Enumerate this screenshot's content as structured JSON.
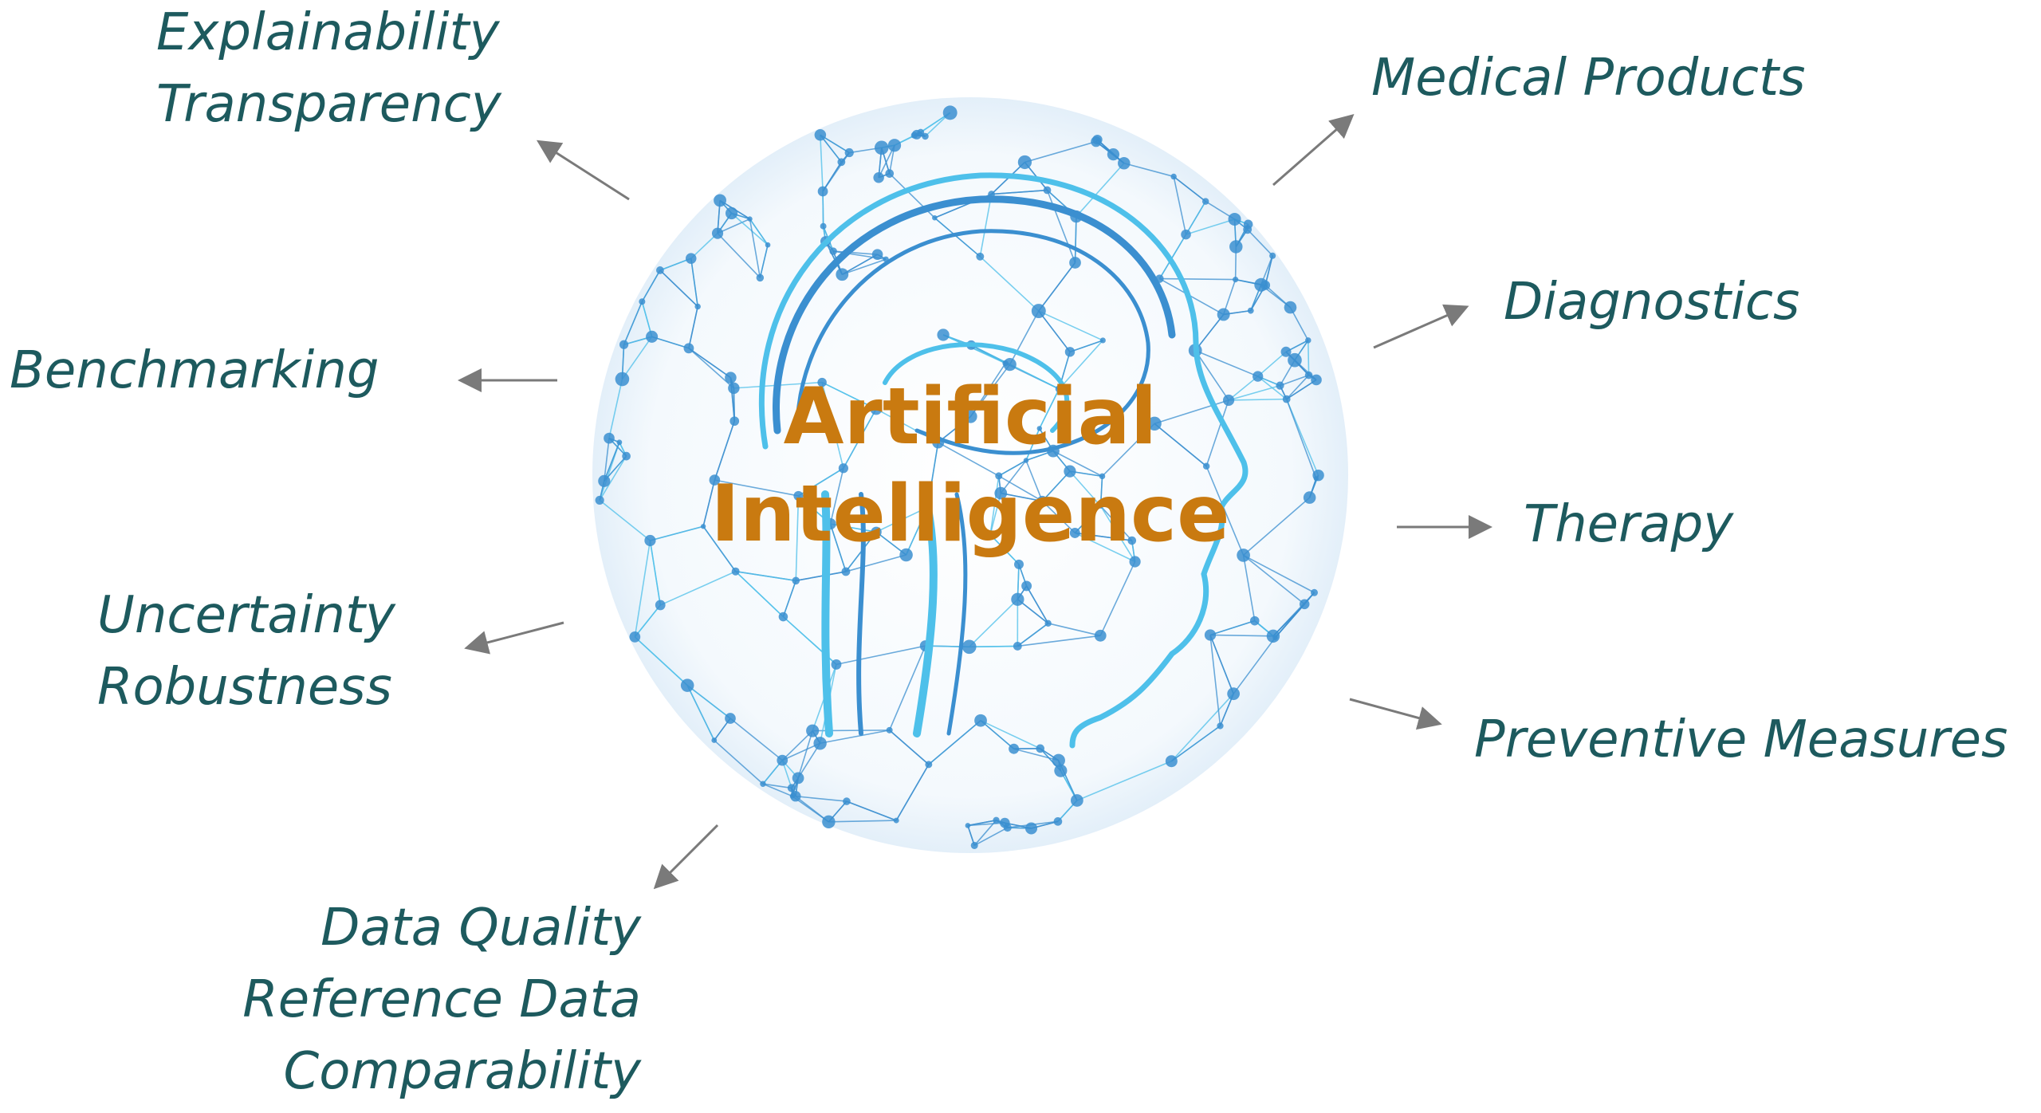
{
  "center": {
    "line1": "Artificial",
    "line2": "Intelligence"
  },
  "left_topics": {
    "explainability": [
      "Explainability",
      "Transparency"
    ],
    "benchmarking": "Benchmarking",
    "uncertainty": [
      "Uncertainty",
      "Robustness"
    ],
    "data": [
      "Data Quality",
      "Reference Data",
      "Comparability"
    ]
  },
  "right_topics": {
    "medical_products": "Medical Products",
    "diagnostics": "Diagnostics",
    "therapy": "Therapy",
    "preventive": "Preventive Measures"
  },
  "colors": {
    "text": "#1d5a5e",
    "accent": "#c97a10",
    "network": "#3b8fd0",
    "network_light": "#4ec0ea",
    "arrow": "#7a7a7a"
  }
}
